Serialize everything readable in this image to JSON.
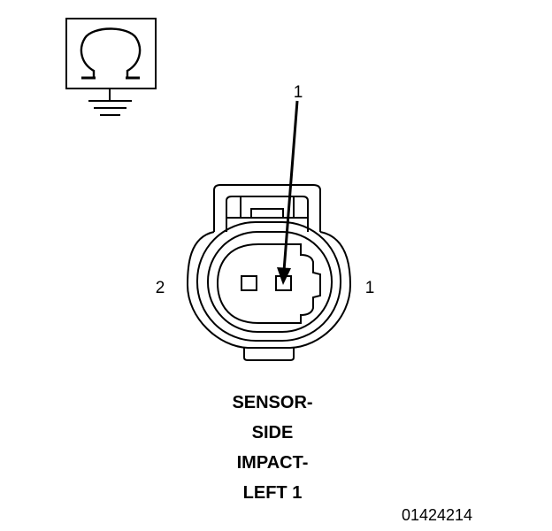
{
  "symbol": {
    "icon": "ohmmeter-ground-icon",
    "glyph": "Ω"
  },
  "callout": {
    "number": "1"
  },
  "terminals": {
    "left": "2",
    "right": "1"
  },
  "caption": {
    "line1": "SENSOR-",
    "line2": "SIDE",
    "line3": "IMPACT-",
    "line4": "LEFT 1"
  },
  "figure_id": "01424214",
  "colors": {
    "ink": "#000000",
    "background": "#ffffff"
  }
}
